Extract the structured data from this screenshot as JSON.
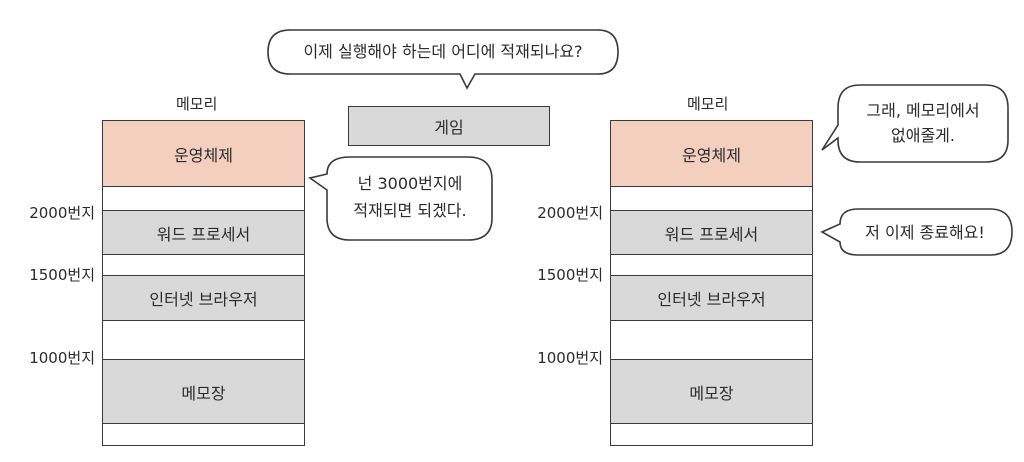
{
  "left_memory": {
    "title": "메모리",
    "segments": [
      "운영체제",
      "워드 프로세서",
      "인터넷 브라우저",
      "메모장"
    ]
  },
  "right_memory": {
    "title": "메모리",
    "segments": [
      "운영체제",
      "워드 프로세서",
      "인터넷 브라우저",
      "메모장"
    ]
  },
  "addresses": [
    "2000번지",
    "1500번지",
    "1000번지"
  ],
  "game": {
    "label": "게임"
  },
  "bubbles": {
    "top": "이제 실행해야 하는데 어디에 적재되나요?",
    "middle_line1": "넌 3000번지에",
    "middle_line2": "적재되면 되겠다.",
    "right_top_line1": "그래, 메모리에서",
    "right_top_line2": "없애줄게.",
    "right_mid": "저 이제 종료해요!"
  }
}
